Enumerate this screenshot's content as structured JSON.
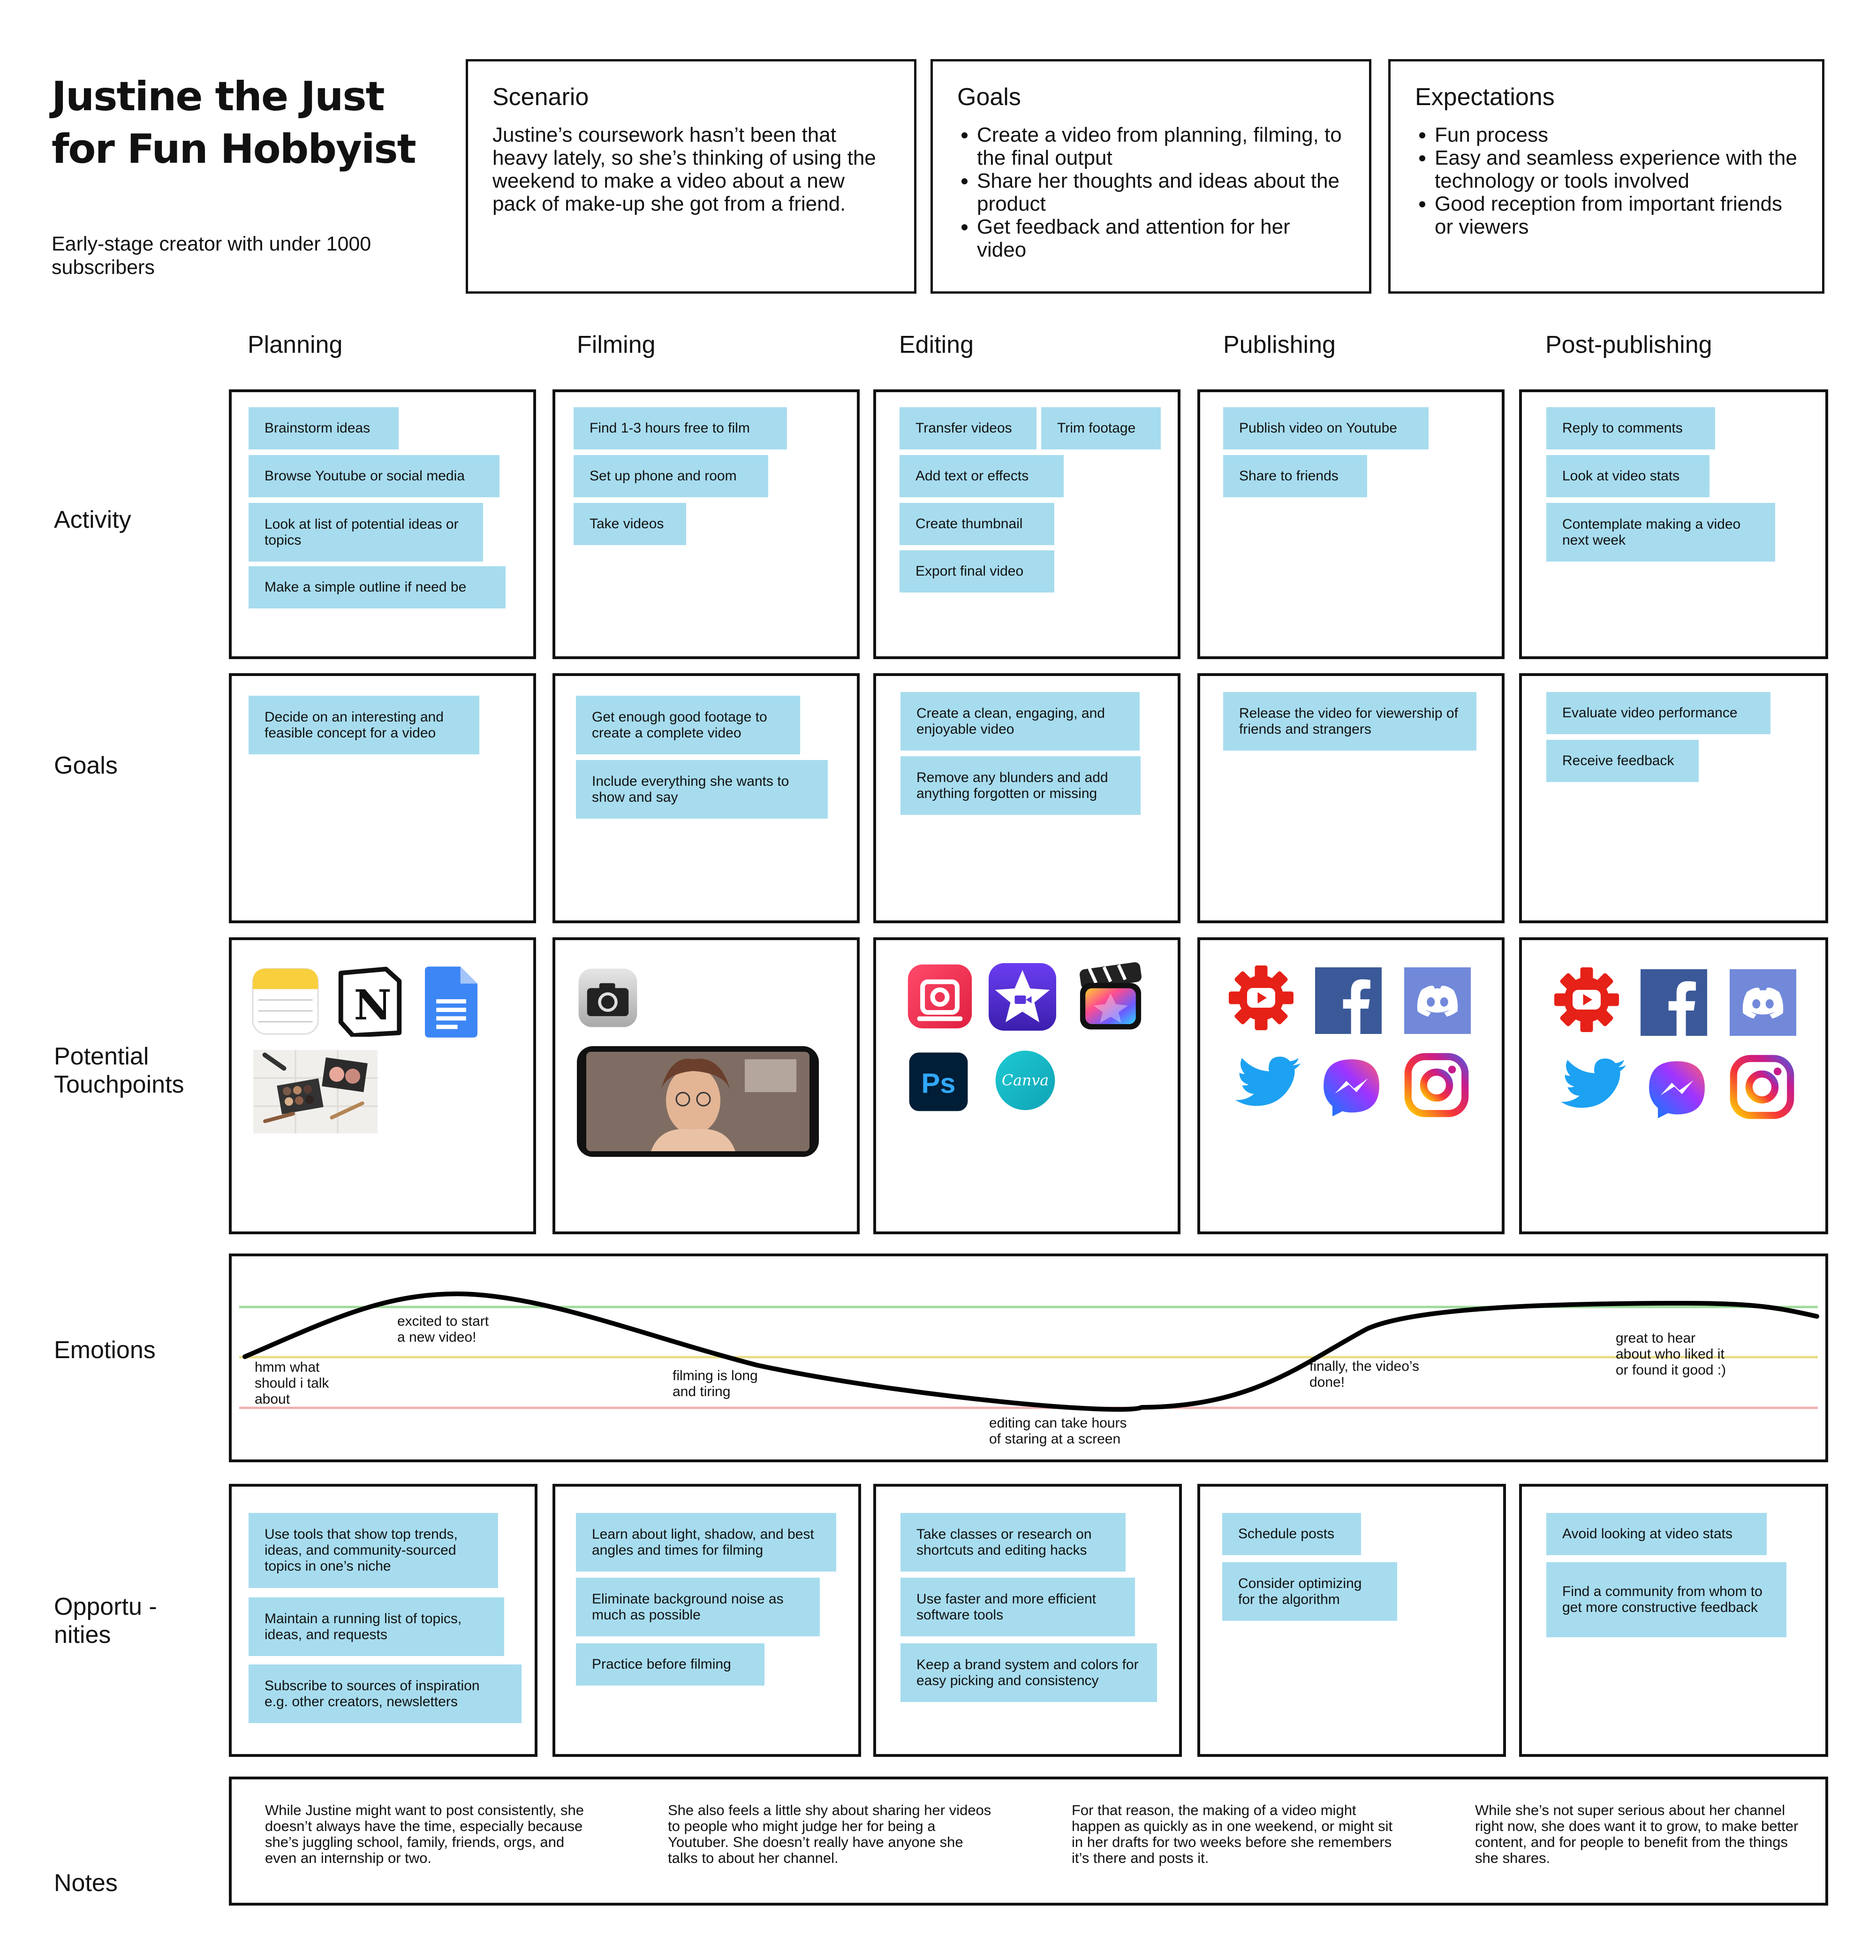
{
  "persona": {
    "title": "Justine the Just for Fun Hobbyist",
    "subtitle": "Early-stage creator with under 1000 subscribers"
  },
  "scenario": {
    "heading": "Scenario",
    "text": "Justine’s coursework hasn’t been that heavy lately, so she’s thinking of using the weekend to make a video about a new pack of make-up she got from a friend."
  },
  "goals_box": {
    "heading": "Goals",
    "items": [
      "Create a video from planning, filming, to the final output",
      "Share her thoughts and ideas about the product",
      "Get feedback and attention for her video"
    ]
  },
  "expectations": {
    "heading": "Expectations",
    "items": [
      "Fun process",
      "Easy and seamless experience with the technology or tools involved",
      "Good reception from important friends or viewers"
    ]
  },
  "stages": [
    "Planning",
    "Filming",
    "Editing",
    "Publishing",
    "Post-publishing"
  ],
  "rows": {
    "activity": "Activity",
    "goals": "Goals",
    "touchpoints": "Potential Touchpoints",
    "emotions": "Emotions",
    "opportunities": "Opportu -nities",
    "notes": "Notes"
  },
  "activity": [
    [
      "Brainstorm ideas",
      "Browse Youtube or social media",
      "Look at list of potential ideas or topics",
      "Make a simple outline if need be"
    ],
    [
      "Find 1-3 hours free to film",
      "Set up phone and room",
      "Take videos"
    ],
    [
      "Transfer videos",
      "Trim footage",
      "Add text or effects",
      "Create thumbnail",
      "Export final video"
    ],
    [
      "Publish video on Youtube",
      "Share to friends"
    ],
    [
      "Reply to comments",
      "Look at video stats",
      "Contemplate making a video next week"
    ]
  ],
  "goals": [
    [
      "Decide on an interesting and feasible concept for a video"
    ],
    [
      "Get enough good footage to create a complete video",
      "Include everything she wants to show and say"
    ],
    [
      "Create a clean, engaging, and enjoyable video",
      "Remove any blunders and add anything forgotten or missing"
    ],
    [
      "Release the video for viewership of friends and strangers"
    ],
    [
      "Evaluate video performance",
      "Receive feedback"
    ]
  ],
  "touchpoints": [
    [
      "notes-app-icon",
      "notion-icon",
      "google-docs-icon",
      "makeup-palette-photo"
    ],
    [
      "camera-app-icon",
      "phone-video-preview"
    ],
    [
      "inshot-icon",
      "imovie-icon",
      "final-cut-pro-icon",
      "photoshop-icon",
      "canva-icon"
    ],
    [
      "youtube-studio-icon",
      "facebook-icon",
      "discord-icon",
      "twitter-icon",
      "messenger-icon",
      "instagram-icon"
    ],
    [
      "youtube-studio-icon",
      "facebook-icon",
      "discord-icon",
      "twitter-icon",
      "messenger-icon",
      "instagram-icon"
    ]
  ],
  "touchpoint_labels": {
    "notion": "N",
    "photoshop": "Ps",
    "canva": "Canva"
  },
  "emotions": {
    "annotations": [
      "hmm what\nshould i talk\nabout",
      "excited to start\na new video!",
      "filming is long\nand tiring",
      "editing can take hours\nof staring at a screen",
      "finally, the video’s\ndone!",
      "great to hear\nabout who liked it\nor found it good :)"
    ],
    "levels": {
      "positive_color": "#9edb9a",
      "neutral_color": "#e9dc86",
      "negative_color": "#f2b0b0"
    }
  },
  "opportunities": [
    [
      "Use tools that show top trends, ideas, and community-sourced topics in one’s niche",
      "Maintain a running list of topics, ideas, and requests",
      "Subscribe to sources of inspiration e.g. other creators, newsletters"
    ],
    [
      "Learn about light, shadow, and best angles and times for filming",
      "Eliminate background noise as much as possible",
      "Practice before filming"
    ],
    [
      "Take classes or research on shortcuts and editing hacks",
      "Use faster and more efficient software tools",
      "Keep a brand system and colors for easy picking and consistency"
    ],
    [
      "Schedule posts",
      "Consider optimizing for the algorithm"
    ],
    [
      "Avoid looking at video stats",
      "Find a community from whom to get more constructive feedback"
    ]
  ],
  "notes": [
    "While Justine might want to post consistently, she doesn’t always have the time, especially because she’s juggling school, family, friends, orgs, and even an internship or two.",
    "She also feels a little shy about sharing her videos to people who might judge her for being a Youtuber. She doesn’t really have anyone she talks to about her channel.",
    "For that reason, the making of a video might happen as quickly as in one weekend, or might sit in her drafts for two weeks before she remembers it’s there and posts it.",
    "While she’s not super serious about her channel right now, she does want it to grow, to make better content, and for people to benefit from the things she shares."
  ],
  "colors": {
    "sticky": "#a7dcee",
    "border": "#111111"
  }
}
